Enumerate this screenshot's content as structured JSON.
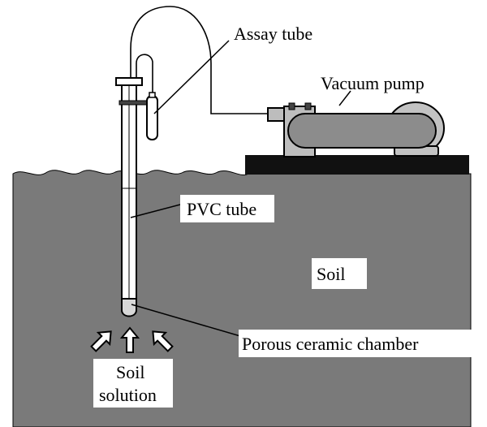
{
  "diagram": {
    "labels": {
      "assay_tube": "Assay tube",
      "vacuum_pump": "Vacuum pump",
      "pvc_tube": "PVC tube",
      "soil": "Soil",
      "porous_chamber": "Porous ceramic chamber",
      "soil_solution_line1": "Soil",
      "soil_solution_line2": "solution"
    },
    "colors": {
      "soil": "#7a7a7a",
      "pump_body": "#8c8c8c",
      "pump_motor": "#c0c0c0",
      "platform": "#111111",
      "outline": "#000000",
      "label_bg": "#ffffff"
    }
  }
}
